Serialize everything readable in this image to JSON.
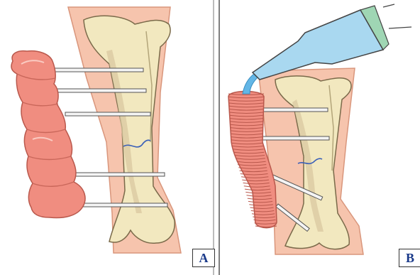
{
  "panels": [
    {
      "id": "A",
      "label": "A"
    },
    {
      "id": "B",
      "label": "B"
    }
  ],
  "colors": {
    "skin": "#f6c4ad",
    "skin_outline": "#d9967c",
    "bone": "#f2e8bf",
    "bone_outline": "#7a6a4a",
    "marrow": "#d9c8a0",
    "fracture": "#3a5fb8",
    "pin": "#f4f4f4",
    "pin_outline": "#555555",
    "frame": "#f08d80",
    "frame_outline": "#b9584c",
    "syringe": "#a9d8f0",
    "syringe_cap": "#9fd6b4",
    "liquid": "#63b6e6"
  },
  "icons": {
    "external_fixator": "segmented-external-fixator-icon",
    "injected_frame": "injected-coil-frame-icon",
    "syringe": "syringe-icon"
  }
}
